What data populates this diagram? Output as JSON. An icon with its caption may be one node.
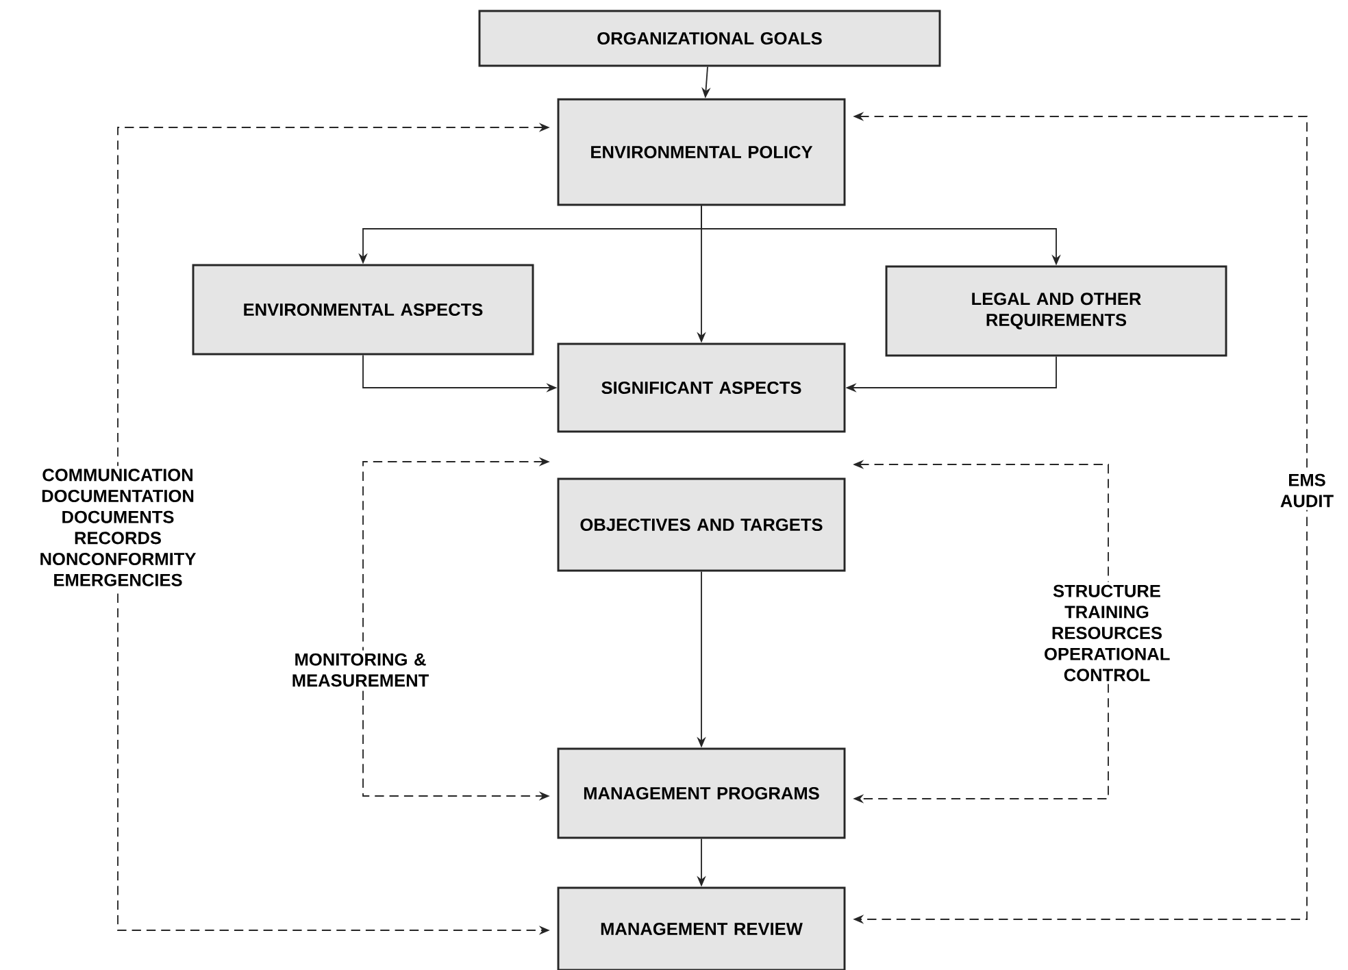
{
  "diagram": {
    "nodes": [
      {
        "text": [
          "ORGANIZATIONAL GOALS"
        ]
      },
      {
        "text": [
          "ENVIRONMENTAL POLICY"
        ]
      },
      {
        "text": [
          "ENVIRONMENTAL ASPECTS"
        ]
      },
      {
        "text": [
          "LEGAL AND OTHER REQUIREMENTS"
        ]
      },
      {
        "text": [
          "SIGNIFICANT ASPECTS"
        ]
      },
      {
        "text": [
          "OBJECTIVES AND TARGETS"
        ]
      },
      {
        "text": [
          "MANAGEMENT PROGRAMS"
        ]
      },
      {
        "text": [
          "MANAGEMENT REVIEW"
        ]
      }
    ],
    "edges": [
      {
        "from": 0,
        "to": 1,
        "arrow": "to"
      },
      {
        "from": 1,
        "to": 2,
        "arrow": "to"
      },
      {
        "from": 1,
        "to": 3,
        "arrow": "to"
      },
      {
        "from": 1,
        "to": 4,
        "arrow": "to"
      },
      {
        "from": 2,
        "to": 4,
        "arrow": "to"
      },
      {
        "from": 3,
        "to": 4,
        "arrow": "to"
      },
      {
        "from": 5,
        "to": 6,
        "arrow": "to"
      },
      {
        "from": 6,
        "to": 7,
        "arrow": "to"
      },
      {
        "from": 1,
        "to": 7,
        "arrow": "both",
        "style": "dashed",
        "label": "COMMUNICATION DOCUMENTATION DOCUMENTS RECORDS NONCONFORMITY EMERGENCIES"
      },
      {
        "from": 1,
        "to": 7,
        "arrow": "both",
        "style": "dashed",
        "label": "EMS AUDIT"
      },
      {
        "from": 5,
        "to": 6,
        "arrow": "both",
        "style": "dashed",
        "label": "MONITORING & MEASUREMENT"
      },
      {
        "from": 5,
        "to": 6,
        "arrow": "both",
        "style": "dashed",
        "label": "STRUCTURE TRAINING RESOURCES OPERATIONAL CONTROL"
      }
    ]
  }
}
